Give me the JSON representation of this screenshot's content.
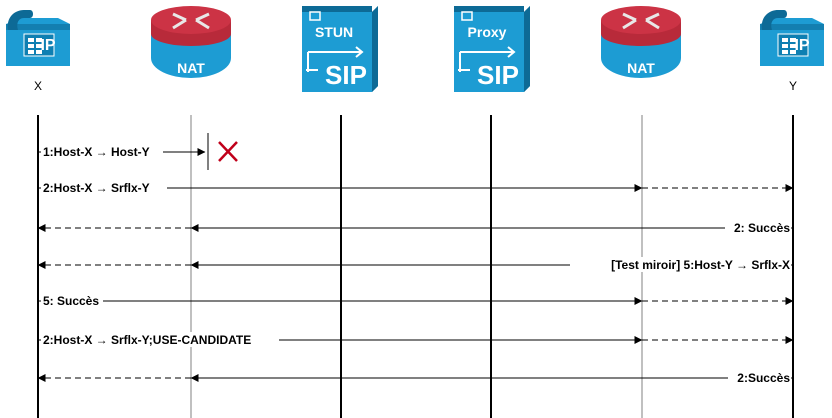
{
  "entities": [
    {
      "id": "x",
      "caption": "X",
      "icon": "ip-phone-icon"
    },
    {
      "id": "nat-left",
      "caption": "NAT",
      "icon": "router-icon"
    },
    {
      "id": "stun",
      "title": "STUN",
      "logo": "SIP",
      "icon": "sip-server-icon"
    },
    {
      "id": "proxy",
      "title": "Proxy",
      "logo": "SIP",
      "icon": "sip-server-icon"
    },
    {
      "id": "nat-right",
      "caption": "NAT",
      "icon": "router-icon"
    },
    {
      "id": "y",
      "caption": "Y",
      "icon": "ip-phone-icon"
    }
  ],
  "messages": [
    {
      "label": "1:Host-X → Host-Y",
      "direction": "right",
      "status": "blocked"
    },
    {
      "label": "2:Host-X → Srflx-Y",
      "direction": "right"
    },
    {
      "label": "2: Succès",
      "direction": "left"
    },
    {
      "label": "[Test miroir] 5:Host-Y → Srflx-X",
      "direction": "left"
    },
    {
      "label": "5: Succès",
      "direction": "right"
    },
    {
      "label": "2:Host-X → Srflx-Y;USE-CANDIDATE",
      "direction": "right"
    },
    {
      "label": "2:Succès",
      "direction": "left"
    }
  ],
  "colors": {
    "device_blue": "#1d9cd3",
    "device_dark": "#0d6a96",
    "router_red": "#cc3345",
    "lifeline_main": "#000000",
    "lifeline_nat": "#c0c0c0",
    "blocked_x": "#c0001a"
  }
}
